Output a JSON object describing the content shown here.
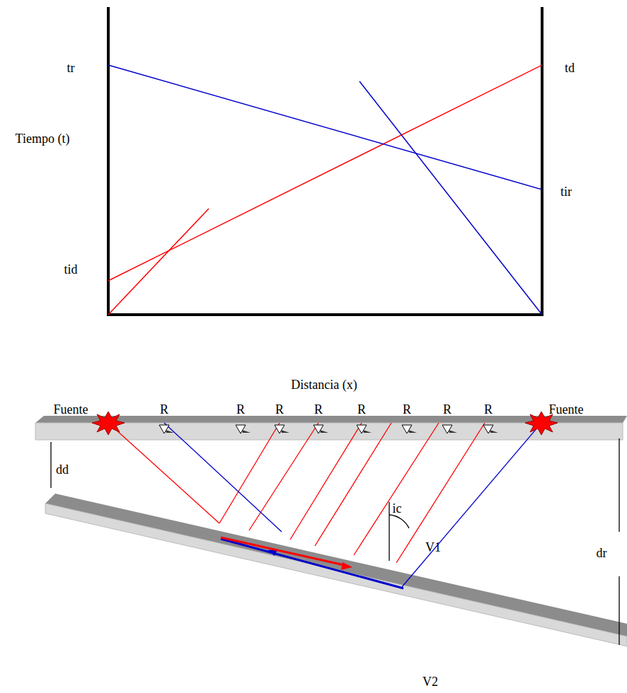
{
  "diagram": {
    "labels": [
      "tr",
      "td",
      "Tiempo (t)",
      "tir",
      "tid",
      "Distancia (x)",
      "Fuente",
      "R",
      "R",
      "R",
      "R",
      "R",
      "R",
      "R",
      "R",
      "Fuente",
      "dd",
      "ic",
      "V1",
      "dr",
      "V2"
    ]
  }
}
